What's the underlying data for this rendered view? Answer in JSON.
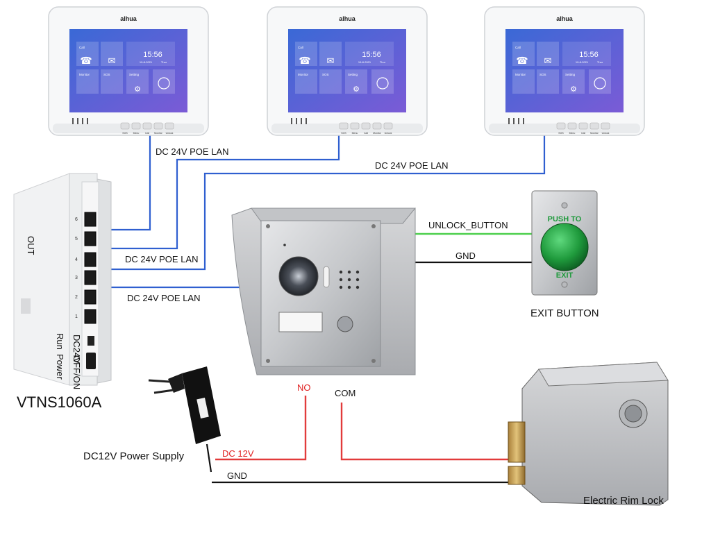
{
  "monitors": [
    {
      "brand": "alhua",
      "time": "15:56",
      "date": "19-8-2021",
      "day": "Thur",
      "tiles": [
        "Call",
        "Monitor",
        "SOS",
        "Setting"
      ],
      "buttons": [
        "SOS",
        "Menu",
        "Call",
        "Monitor",
        "Unlock"
      ]
    },
    {
      "brand": "alhua",
      "time": "15:56",
      "date": "19-8-2021",
      "day": "Thur",
      "tiles": [
        "Call",
        "Monitor",
        "SOS",
        "Setting"
      ],
      "buttons": [
        "SOS",
        "Menu",
        "Call",
        "Monitor",
        "Unlock"
      ]
    },
    {
      "brand": "alhua",
      "time": "15:56",
      "date": "19-8-2021",
      "day": "Thur",
      "tiles": [
        "Call",
        "Monitor",
        "SOS",
        "Setting"
      ],
      "buttons": [
        "SOS",
        "Menu",
        "Call",
        "Monitor",
        "Unlock"
      ]
    }
  ],
  "switch": {
    "name": "VTNS1060A",
    "port_numbers": [
      "6",
      "5",
      "4",
      "3",
      "2",
      "1"
    ],
    "side_labels": [
      "OUT",
      "Run",
      "Power",
      "DC24V",
      "OFF/ON"
    ]
  },
  "wire_labels": {
    "poe_1": "DC 24V POE LAN",
    "poe_2": "DC 24V POE LAN",
    "poe_3": "DC 24V POE LAN",
    "poe_4": "DC 24V POE LAN",
    "unlock_button": "UNLOCK_BUTTON",
    "gnd_button": "GND",
    "no": "NO",
    "com": "COM",
    "dc12": "DC 12V",
    "gnd_lock": "GND"
  },
  "exit_button": {
    "top_text": "PUSH TO",
    "bottom_text": "EXIT",
    "caption": "EXIT BUTTON"
  },
  "power_supply": {
    "caption": "DC12V Power Supply"
  },
  "lock": {
    "caption": "Electric Rim Lock"
  },
  "colors": {
    "poe_wire": "#2f5fd0",
    "power_wire": "#e23b3b",
    "gnd_wire": "#111111",
    "button_wire": "#4ccf4c",
    "exit_green": "#1f9a3c"
  }
}
